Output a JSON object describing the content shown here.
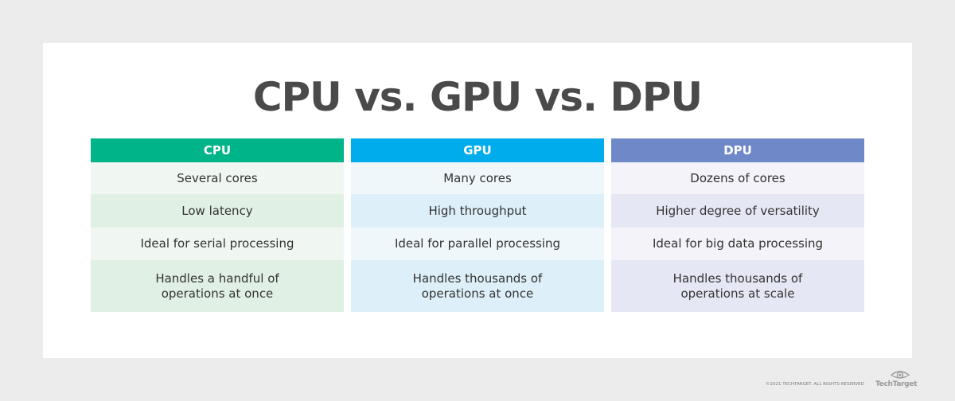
{
  "title": "CPU vs. GPU vs. DPU",
  "columns": [
    {
      "header": "CPU",
      "rows": [
        "Several cores",
        "Low latency",
        "Ideal for serial processing",
        "Handles a handful of\noperations at once"
      ]
    },
    {
      "header": "GPU",
      "rows": [
        "Many cores",
        "High throughput",
        "Ideal for parallel processing",
        "Handles thousands of\noperations at once"
      ]
    },
    {
      "header": "DPU",
      "rows": [
        "Dozens of cores",
        "Higher degree of versatility",
        "Ideal for big data processing",
        "Handles thousands of\noperations at scale"
      ]
    }
  ],
  "colors": {
    "cpu": "#00b48a",
    "gpu": "#00acec",
    "dpu": "#6f89c8",
    "title": "#4a4a4a",
    "background": "#ececec"
  },
  "footer": {
    "copyright": "©2021 TECHTARGET. ALL RIGHTS RESERVED",
    "logo_text": "TechTarget",
    "logo_icon": "eye-icon"
  }
}
